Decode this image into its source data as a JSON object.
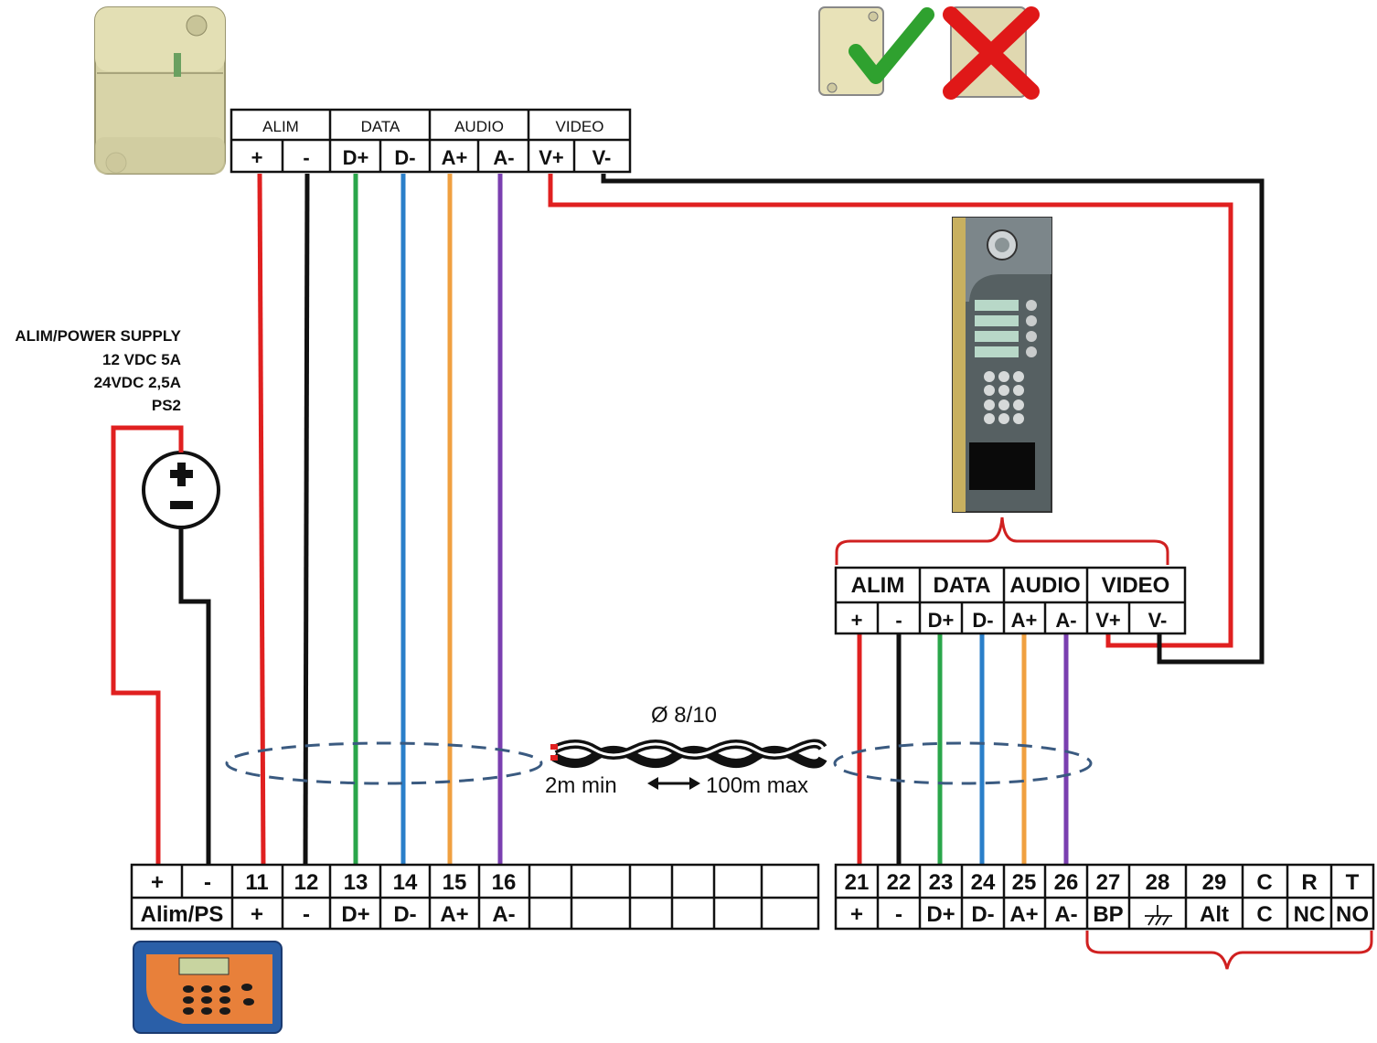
{
  "power_supply": {
    "label_lines": [
      "ALIM/POWER SUPPLY",
      "12 VDC 5A",
      "24VDC 2,5A",
      "PS2"
    ]
  },
  "module_top": {
    "groups": [
      "ALIM",
      "DATA",
      "AUDIO",
      "VIDEO"
    ],
    "terminals": [
      "+",
      "-",
      "D+",
      "D-",
      "A+",
      "A-",
      "V+",
      "V-"
    ]
  },
  "panel_block": {
    "groups": [
      "ALIM",
      "DATA",
      "AUDIO",
      "VIDEO"
    ],
    "terminals": [
      "+",
      "-",
      "D+",
      "D-",
      "A+",
      "A-",
      "V+",
      "V-"
    ]
  },
  "cable": {
    "diameter": "Ø 8/10",
    "min": "2m min",
    "max": "100m max"
  },
  "bottom_left": {
    "numbers": [
      "+",
      "-",
      "11",
      "12",
      "13",
      "14",
      "15",
      "16",
      "",
      "",
      "",
      "",
      "",
      ""
    ],
    "labels": [
      "Alim/PS",
      "+",
      "-",
      "D+",
      "D-",
      "A+",
      "A-",
      "",
      "",
      "",
      "",
      "",
      ""
    ]
  },
  "bottom_right": {
    "numbers": [
      "21",
      "22",
      "23",
      "24",
      "25",
      "26",
      "27",
      "28",
      "29",
      "C",
      "R",
      "T"
    ],
    "labels": [
      "+",
      "-",
      "D+",
      "D-",
      "A+",
      "A-",
      "BP",
      "",
      "Alt",
      "C",
      "NC",
      "NO"
    ],
    "ground_icon": "ground-icon"
  },
  "wire_colors": {
    "plus": "#e02020",
    "minus": "#111111",
    "data_plus": "#2aa64a",
    "data_minus": "#2a7fc9",
    "audio_plus": "#f0a040",
    "audio_minus": "#7a3fb0"
  }
}
